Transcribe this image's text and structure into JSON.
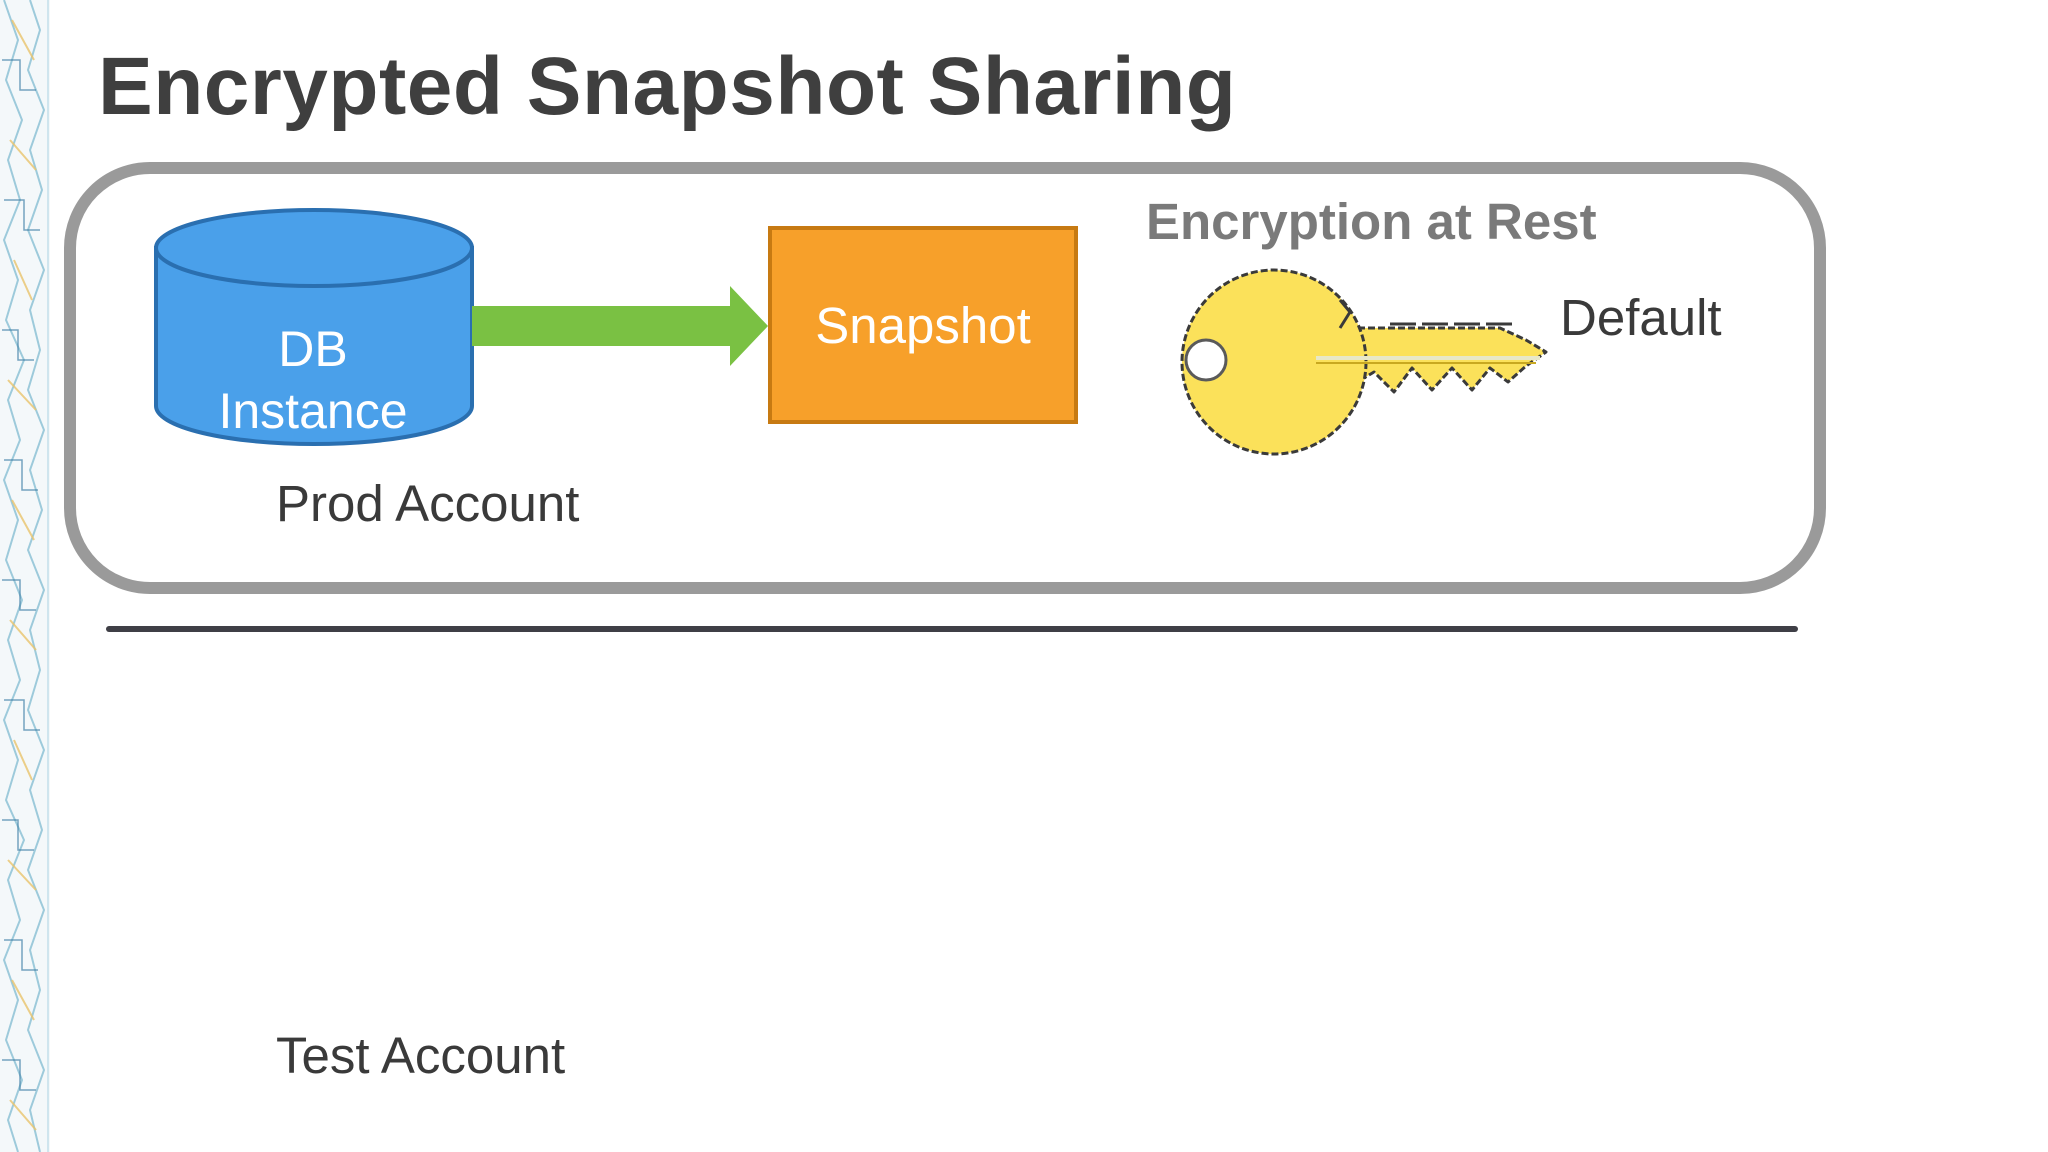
{
  "slide": {
    "title": "Encrypted Snapshot Sharing"
  },
  "prod_account": {
    "label": "Prod Account",
    "db_instance": {
      "line1": "DB",
      "line2": "Instance",
      "color": "#4aa0ea"
    },
    "snapshot": {
      "label": "Snapshot",
      "color": "#f7a02a"
    },
    "arrow_color": "#7ac143",
    "encryption": {
      "heading": "Encryption at Rest",
      "key_icon": "key-icon",
      "key_color": "#fbe15a",
      "key_label": "Default"
    }
  },
  "test_account": {
    "label": "Test Account"
  }
}
